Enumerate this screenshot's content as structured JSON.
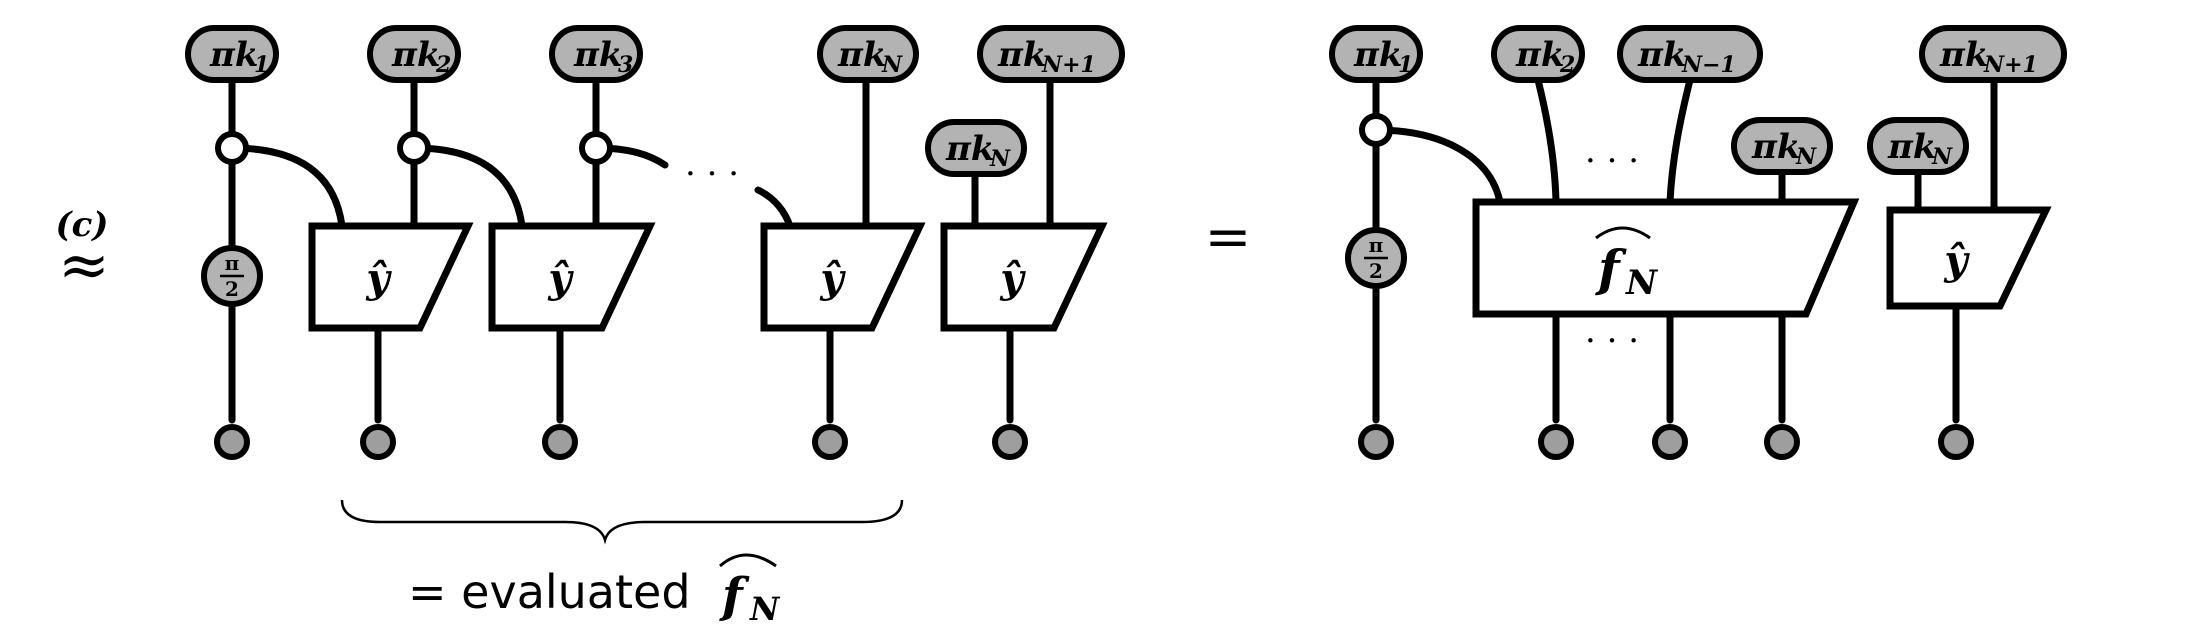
{
  "left": {
    "approx_symbol": "≈",
    "approx_marker": "(c)",
    "phase_top": "π",
    "phase_bottom": "2",
    "pills": {
      "k1": {
        "pi": "πk",
        "sub": "1"
      },
      "k2": {
        "pi": "πk",
        "sub": "2"
      },
      "k3": {
        "pi": "πk",
        "sub": "3"
      },
      "kN": {
        "pi": "πk",
        "sub": "N"
      },
      "kN1": {
        "pi": "πk",
        "sub": "N+1"
      },
      "kN_side": {
        "pi": "πk",
        "sub": "N"
      }
    },
    "boxes": [
      "ŷ",
      "ŷ",
      "ŷ",
      "ŷ"
    ],
    "ellipsis": "· · ·",
    "brace_text": "= evaluated",
    "brace_f": "f",
    "brace_sub": "N"
  },
  "equals": "=",
  "right": {
    "phase_top": "π",
    "phase_bottom": "2",
    "pills": {
      "k1": {
        "pi": "πk",
        "sub": "1"
      },
      "k2": {
        "pi": "πk",
        "sub": "2"
      },
      "kNm1": {
        "pi": "πk",
        "sub": "N−1"
      },
      "kN": {
        "pi": "πk",
        "sub": "N"
      },
      "kN1": {
        "pi": "πk",
        "sub": "N+1"
      },
      "kN_side": {
        "pi": "πk",
        "sub": "N"
      }
    },
    "big_box_f": "f",
    "big_box_sub": "N",
    "small_box": "ŷ",
    "ellipsis_top": "· · ·",
    "ellipsis_bottom": "· · ·"
  }
}
